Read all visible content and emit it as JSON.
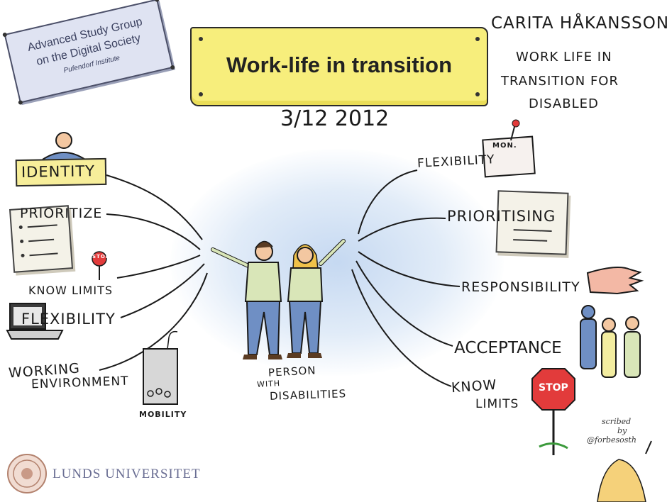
{
  "sign": {
    "line1": "Advanced Study Group",
    "line2": "on the Digital Society",
    "line3": "Pufendorf Institute"
  },
  "banner": {
    "title": "Work-life in transition"
  },
  "date": "3/12 2012",
  "speaker": {
    "name": "CARITA HÅKANSSON",
    "line1": "WORK LIFE IN",
    "line2": "TRANSITION FOR",
    "line3": "DISABLED"
  },
  "center": {
    "line1": "PERSON",
    "line2": "WITH",
    "line3": "DISABILITIES"
  },
  "left_branches": {
    "identity": "IDENTITY",
    "prioritize": "PRIORITIZE",
    "know_limits": "KNOW LIMITS",
    "flexibility": "FLEXIBILITY",
    "working1": "WORKING",
    "working2": "ENVIRONMENT",
    "mobility": "MOBILITY"
  },
  "right_branches": {
    "flexibility": "FLEXIBILITY",
    "calendar": "MON.",
    "prioritising": "PRIORITISING",
    "responsibility": "RESPONSIBILITY",
    "acceptance": "ACCEPTANCE",
    "know": "KNOW",
    "limits": "LIMITS"
  },
  "stop_left": "STOP",
  "stop_right": "STOP",
  "scribe": {
    "line1": "scribed",
    "line2": "by",
    "line3": "@forbesosth"
  },
  "logo": {
    "text": "LUNDS UNIVERSITET"
  },
  "colors": {
    "banner": "#f7ee7c",
    "sign": "#dfe3f2",
    "cloud": "#a9c4e8",
    "stop": "#e23b3b",
    "logo_text": "#6a6e93",
    "shirt": "#d9e6b8",
    "jeans": "#6f8fc4"
  }
}
